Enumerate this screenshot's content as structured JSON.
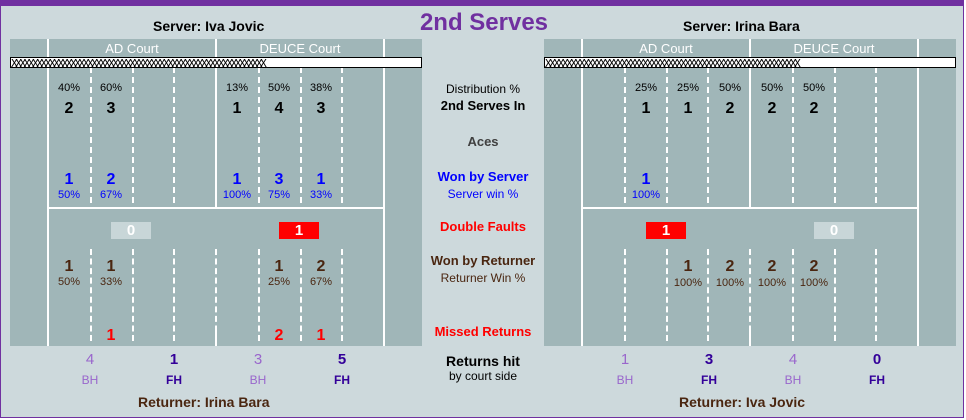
{
  "title": "2nd Serves",
  "colors": {
    "accent": "#7030a0",
    "court": "#a0b6b8",
    "background": "#cdd9dc",
    "won_by_server": "#0000ff",
    "double_fault": "#ff0000",
    "returner": "#4a2610"
  },
  "net_text": "XXXXXXXXXXXXXXXXXXXXXXXXXXXXXXXXXXXXXXXXXXXXXXXXXXXXXXXXXXXX",
  "middle": {
    "distribution_label": "Distribution %",
    "serves_in_label": "2nd Serves In",
    "aces_label": "Aces",
    "won_by_server_label": "Won by Server",
    "server_win_pct_label": "Server win %",
    "double_faults_label": "Double Faults",
    "won_by_returner_label": "Won by Returner",
    "returner_win_pct_label": "Returner Win %",
    "missed_returns_label": "Missed Returns",
    "returns_hit_label": "Returns hit",
    "by_court_side_label": "by court side"
  },
  "left": {
    "server_label": "Server: Iva Jovic",
    "returner_label": "Returner: Irina Bara",
    "ad_court_label": "AD Court",
    "deuce_court_label": "DEUCE Court",
    "distribution": [
      "40%",
      "60%",
      "13%",
      "50%",
      "38%"
    ],
    "serves_in": [
      "2",
      "3",
      "1",
      "4",
      "3"
    ],
    "won_by_server": [
      "1",
      "2",
      "1",
      "3",
      "1"
    ],
    "server_win_pct": [
      "50%",
      "67%",
      "100%",
      "75%",
      "33%"
    ],
    "double_faults": [
      "0",
      "1"
    ],
    "won_by_returner": [
      "1",
      "1",
      "1",
      "2"
    ],
    "returner_win_pct": [
      "50%",
      "33%",
      "25%",
      "67%"
    ],
    "missed_returns": [
      "1",
      "2",
      "1"
    ],
    "returns_hit": [
      {
        "value": "4",
        "side": "BH"
      },
      {
        "value": "1",
        "side": "FH"
      },
      {
        "value": "3",
        "side": "BH"
      },
      {
        "value": "5",
        "side": "FH"
      }
    ]
  },
  "right": {
    "server_label": "Server: Irina Bara",
    "returner_label": "Returner: Iva Jovic",
    "ad_court_label": "AD Court",
    "deuce_court_label": "DEUCE Court",
    "distribution": [
      "25%",
      "25%",
      "50%",
      "50%",
      "50%"
    ],
    "serves_in": [
      "1",
      "1",
      "2",
      "2",
      "2"
    ],
    "won_by_server": [
      "1"
    ],
    "server_win_pct": [
      "100%"
    ],
    "double_faults": [
      "1",
      "0"
    ],
    "won_by_returner": [
      "1",
      "2",
      "2",
      "2"
    ],
    "returner_win_pct": [
      "100%",
      "100%",
      "100%",
      "100%"
    ],
    "returns_hit": [
      {
        "value": "1",
        "side": "BH"
      },
      {
        "value": "3",
        "side": "FH"
      },
      {
        "value": "4",
        "side": "BH"
      },
      {
        "value": "0",
        "side": "FH"
      }
    ]
  }
}
